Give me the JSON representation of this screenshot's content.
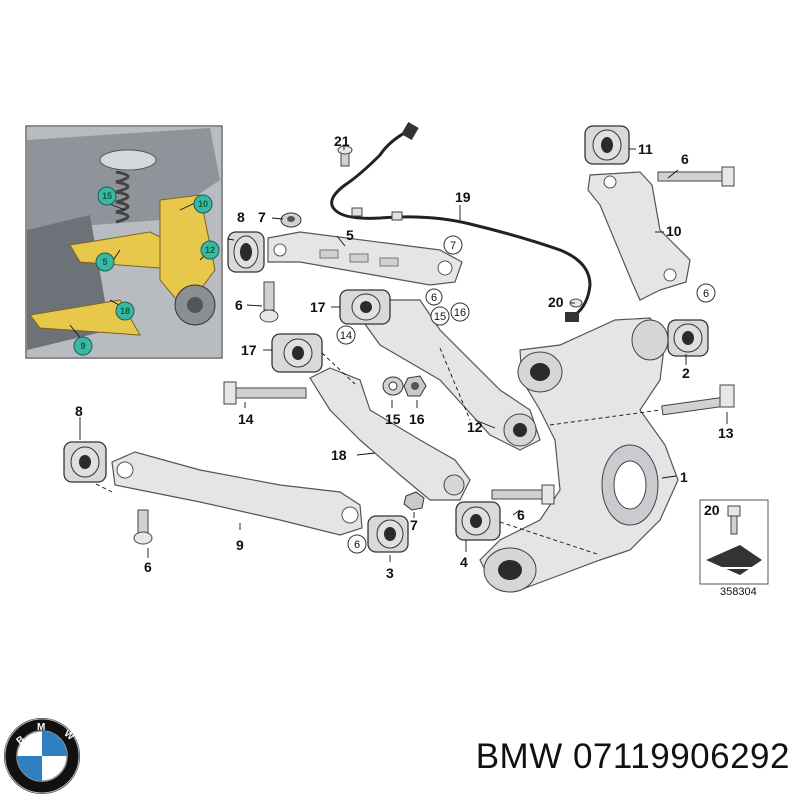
{
  "labels": {
    "l1": "1",
    "l2": "2",
    "l3": "3",
    "l4": "4",
    "l5": "5",
    "l6a": "6",
    "l6b": "6",
    "l6c": "6",
    "l6d": "6",
    "l6e": "6",
    "l6f": "6",
    "l6g": "6",
    "l7a": "7",
    "l7b": "7",
    "l7c": "7",
    "l8a": "8",
    "l8b": "8",
    "l9": "9",
    "l10": "10",
    "l11": "11",
    "l12": "12",
    "l13": "13",
    "l14a": "14",
    "l14b": "14",
    "l15a": "15",
    "l15b": "15",
    "l16a": "16",
    "l16b": "16",
    "l17a": "17",
    "l17b": "17",
    "l18": "18",
    "l19": "19",
    "l20a": "20",
    "l20b": "20",
    "l21": "21"
  },
  "inset_labels": {
    "i15": "15",
    "i10": "10",
    "i12": "12",
    "i5": "5",
    "i18": "18",
    "i9": "9"
  },
  "inset_colors": {
    "highlight": "#e8c84a",
    "callout": "#3bb7a8"
  },
  "diagram_number": "358304",
  "logo": {
    "name": "bmw-logo",
    "lettering": "BMW",
    "colors": {
      "ring": "#111111",
      "blue": "#2f7fc1",
      "white": "#ffffff"
    }
  },
  "footer": {
    "brand": "BMW",
    "part_number": "07119906292"
  }
}
